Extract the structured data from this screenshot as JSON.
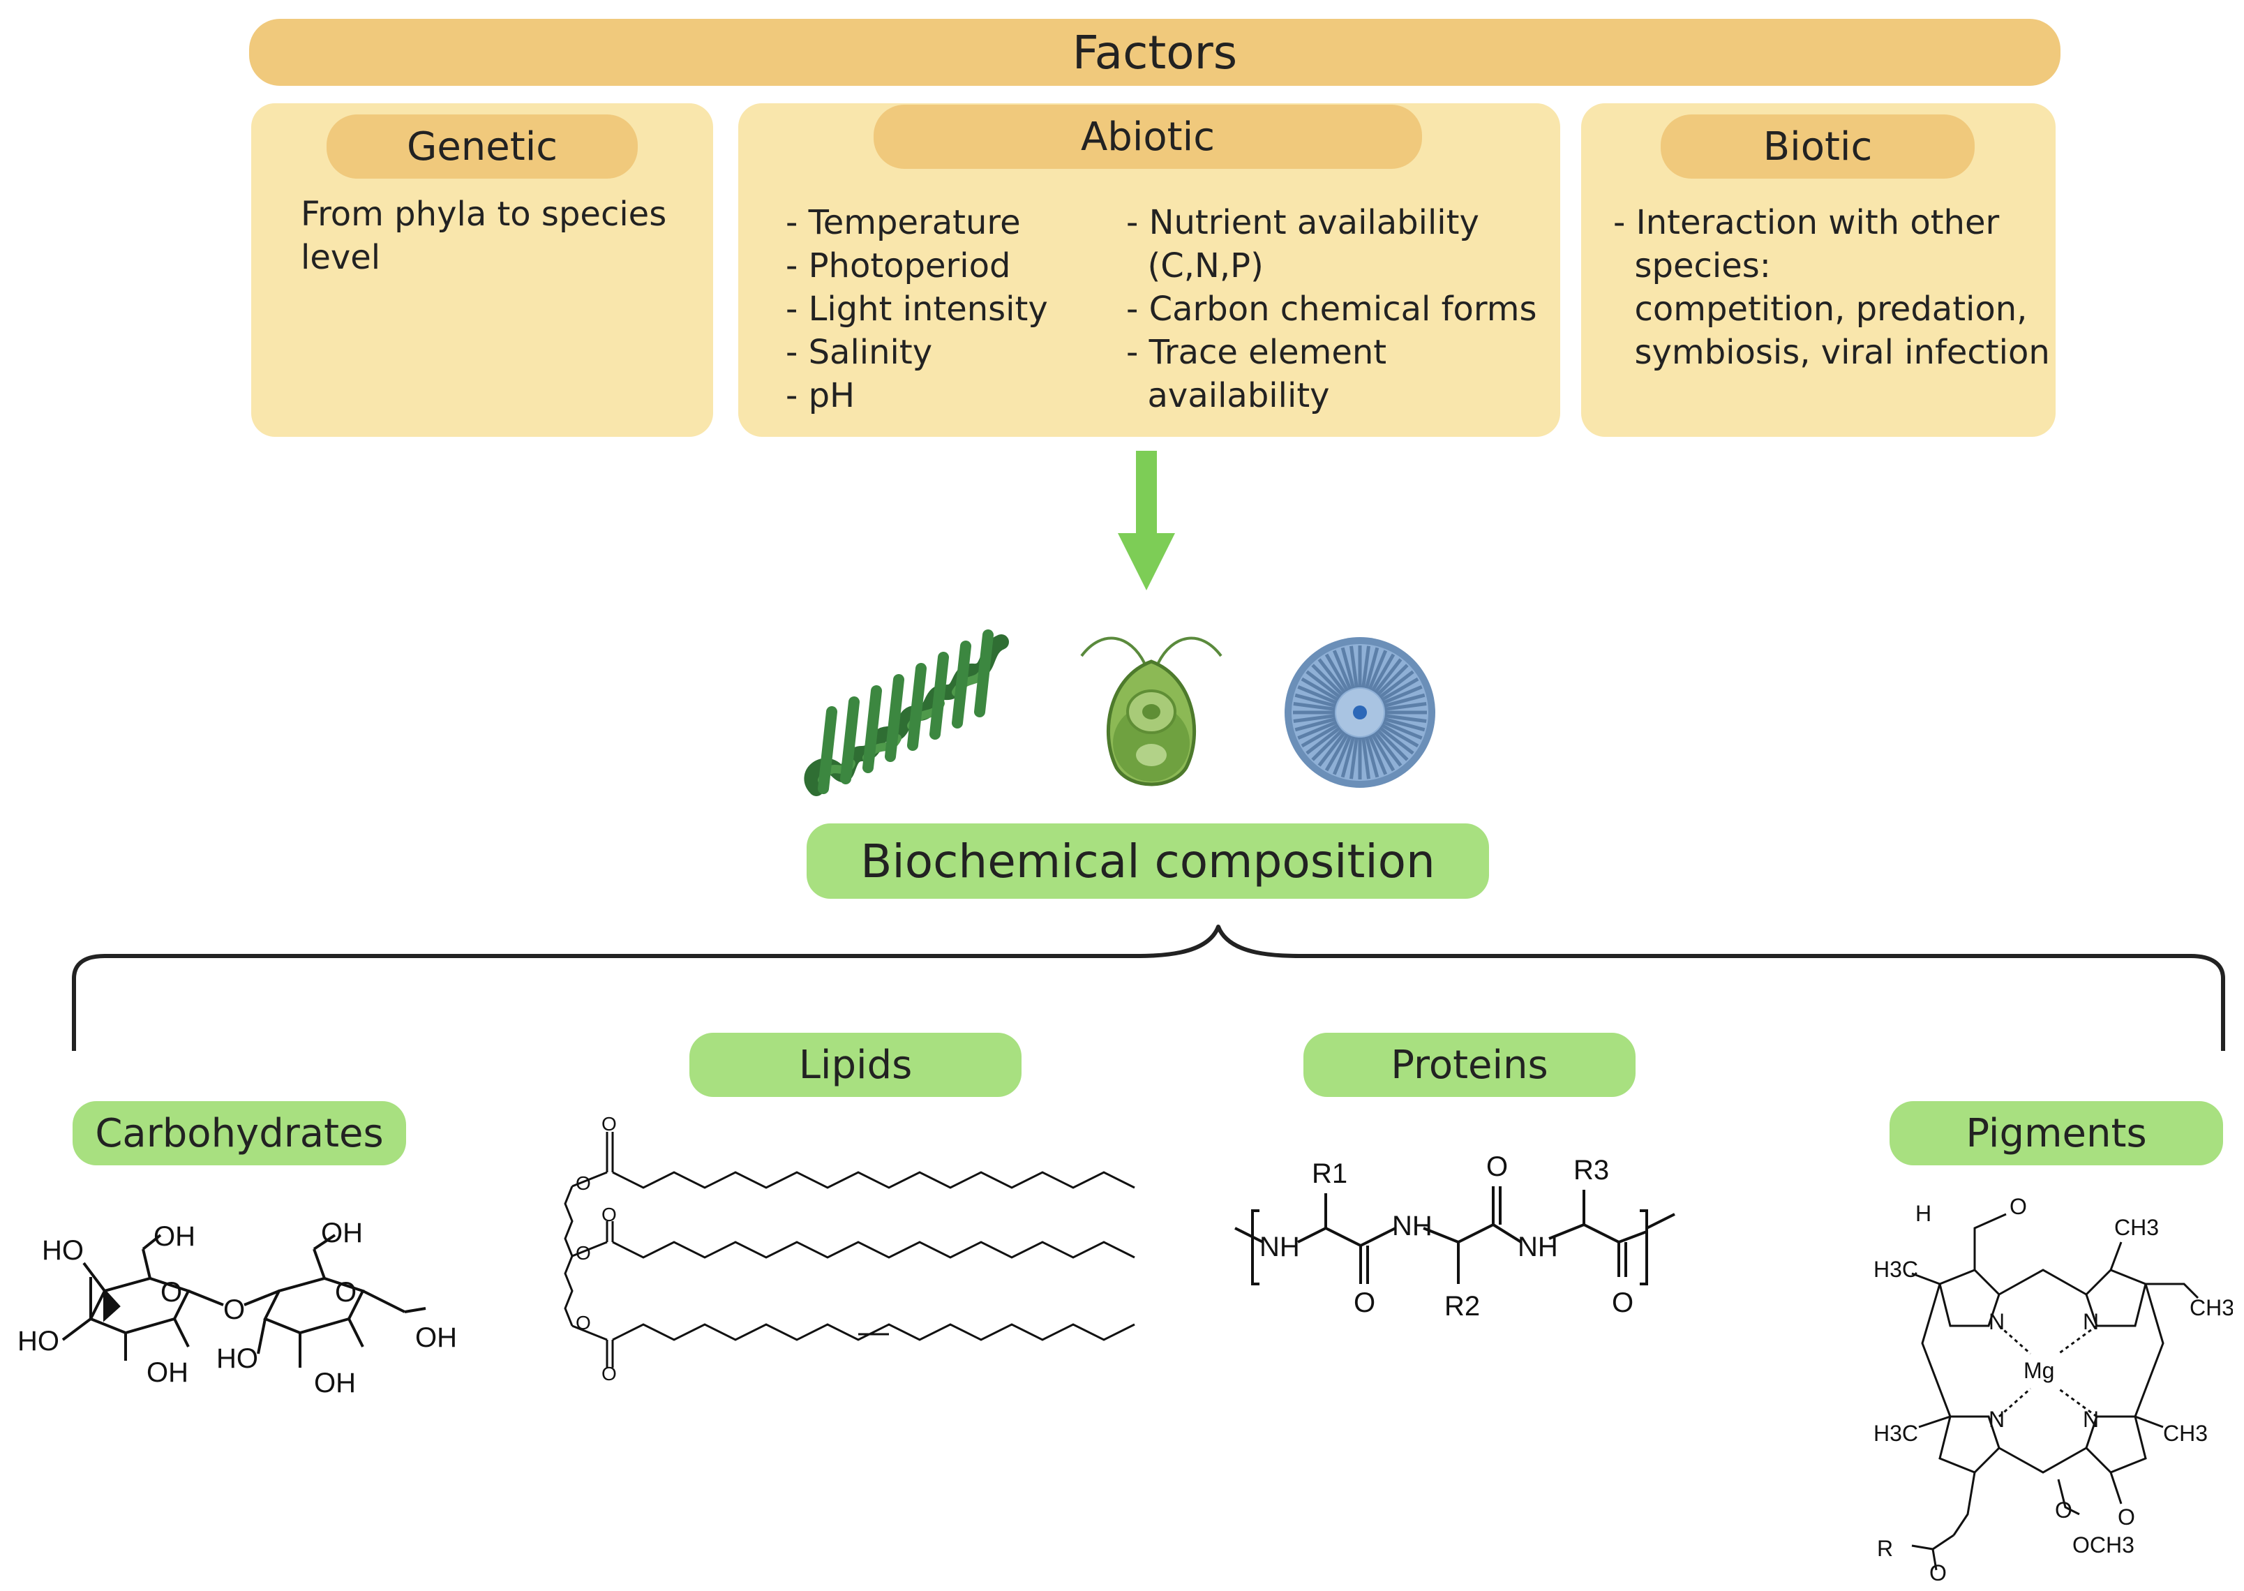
{
  "header": {
    "title": "Factors"
  },
  "genetic": {
    "title": "Genetic",
    "lines": [
      "From phyla to species",
      "level"
    ]
  },
  "abiotic": {
    "title": "Abiotic",
    "left_lines": [
      "- Temperature",
      "- Photoperiod",
      "- Light intensity",
      "- Salinity",
      "- pH"
    ],
    "right_lines": [
      "- Nutrient availability",
      "  (C,N,P)",
      "- Carbon chemical forms",
      "- Trace element",
      "  availability"
    ]
  },
  "biotic": {
    "title": "Biotic",
    "lines": [
      "- Interaction with other",
      "  species:",
      "  competition, predation,",
      "  symbiosis, viral infection"
    ]
  },
  "composition": {
    "title": "Biochemical composition"
  },
  "categories": {
    "carbohydrates": "Carbohydrates",
    "lipids": "Lipids",
    "proteins": "Proteins",
    "pigments": "Pigments"
  },
  "carb_labels": [
    "HO",
    "OH",
    "OH",
    "HO",
    "O",
    "OH",
    "O",
    "O",
    "HO",
    "OH",
    "OH",
    "OH"
  ],
  "protein_labels": [
    "R1",
    "NH",
    "NH",
    "O",
    "R3",
    "NH",
    "O",
    "R2",
    "O"
  ],
  "pigment_labels": [
    "H",
    "O",
    "CH3",
    "H3C",
    "N",
    "N",
    "Mg",
    "N",
    "N",
    "CH3",
    "H3C",
    "CH3",
    "O",
    "O",
    "OCH3",
    "R",
    "O"
  ],
  "colors": {
    "tan_pill": "#f0c97c",
    "panel": "#f9e6ac",
    "green_pill": "#a8e080",
    "arrow": "#7dcd56"
  },
  "icons": [
    "spirulina-icon",
    "chlamydomonas-icon",
    "diatom-icon"
  ]
}
